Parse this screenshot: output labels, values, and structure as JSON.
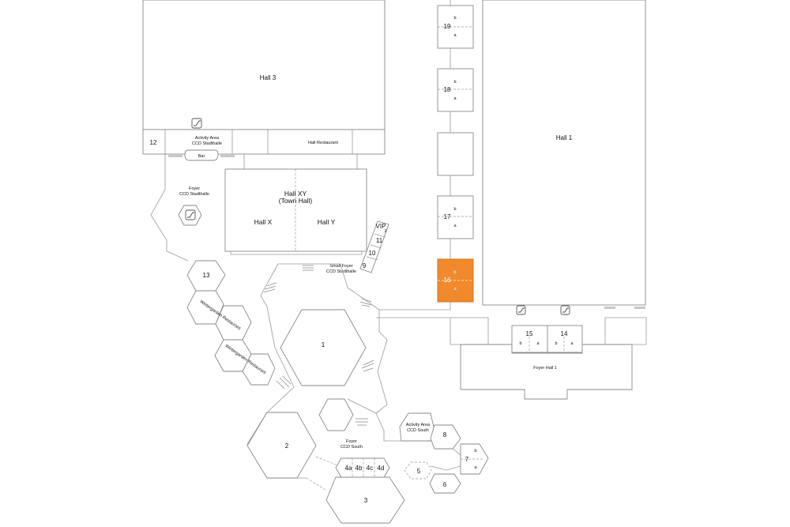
{
  "rooms": {
    "hall3": "Hall 3",
    "hall1": "Hall 1",
    "room12": "12",
    "activity_stadthalle": [
      "Activity Area",
      "CCD Stadthalle"
    ],
    "hall_restaurant": "Hall Restaurant",
    "bar": "Bar",
    "foyer_stadthalle": [
      "Foyer",
      "CCD Stadthalle"
    ],
    "hall_xy": [
      "Hall XY",
      "(Town Hall)"
    ],
    "hall_x": "Hall X",
    "hall_y": "Hall Y",
    "vip": "VIP",
    "r2_small": "2",
    "r11": "11",
    "r10": "10",
    "r9": "9",
    "small_foyer": [
      "Small Foyer",
      "CCD Stadthalle"
    ],
    "r13": "13",
    "wintergarden": "Wintergarden Restaurant",
    "r1": "1",
    "r19": "19",
    "r18": "18",
    "r17": "17",
    "r16": "16",
    "r15": "15",
    "r14": "14",
    "sub_a": "a",
    "sub_b": "b",
    "foyer_hall1": "Foyer Hall 1",
    "r2": "2",
    "foyer_south": [
      "Foyer",
      "CCD South"
    ],
    "activity_south": [
      "Activity Area",
      "CCD South"
    ],
    "r8": "8",
    "r7": "7",
    "r5": "5",
    "r6": "6",
    "r3": "3",
    "r4a": "4a",
    "r4b": "4b",
    "r4c": "4c",
    "r4d": "4d"
  },
  "colors": {
    "highlight": "#f08a2d",
    "wall": "#8a8a8a"
  },
  "icons": [
    "escalator-icon"
  ]
}
